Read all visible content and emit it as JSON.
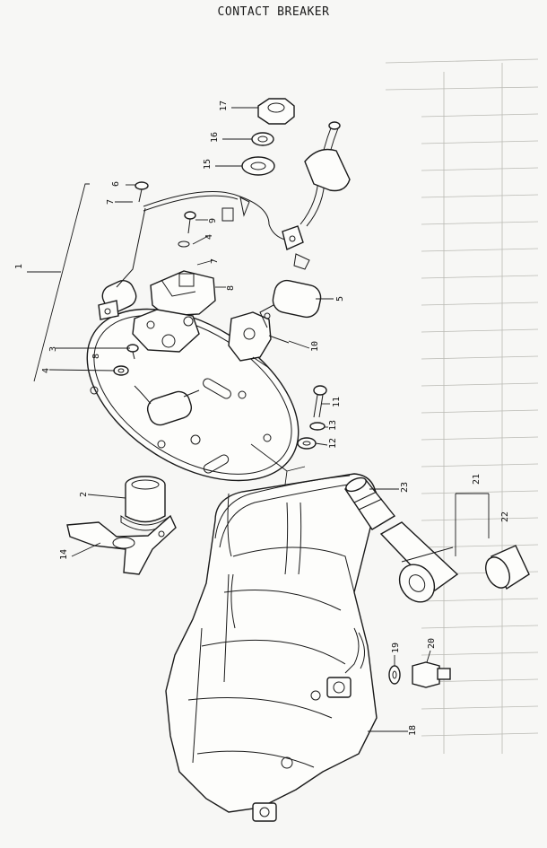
{
  "title": "CONTACT BREAKER",
  "callouts": [
    "1",
    "2",
    "3",
    "4",
    "5",
    "6",
    "7",
    "8",
    "9",
    "10",
    "11",
    "12",
    "13",
    "14",
    "15",
    "16",
    "17",
    "18",
    "19",
    "20",
    "21",
    "22",
    "23",
    "4",
    "7",
    "8"
  ]
}
